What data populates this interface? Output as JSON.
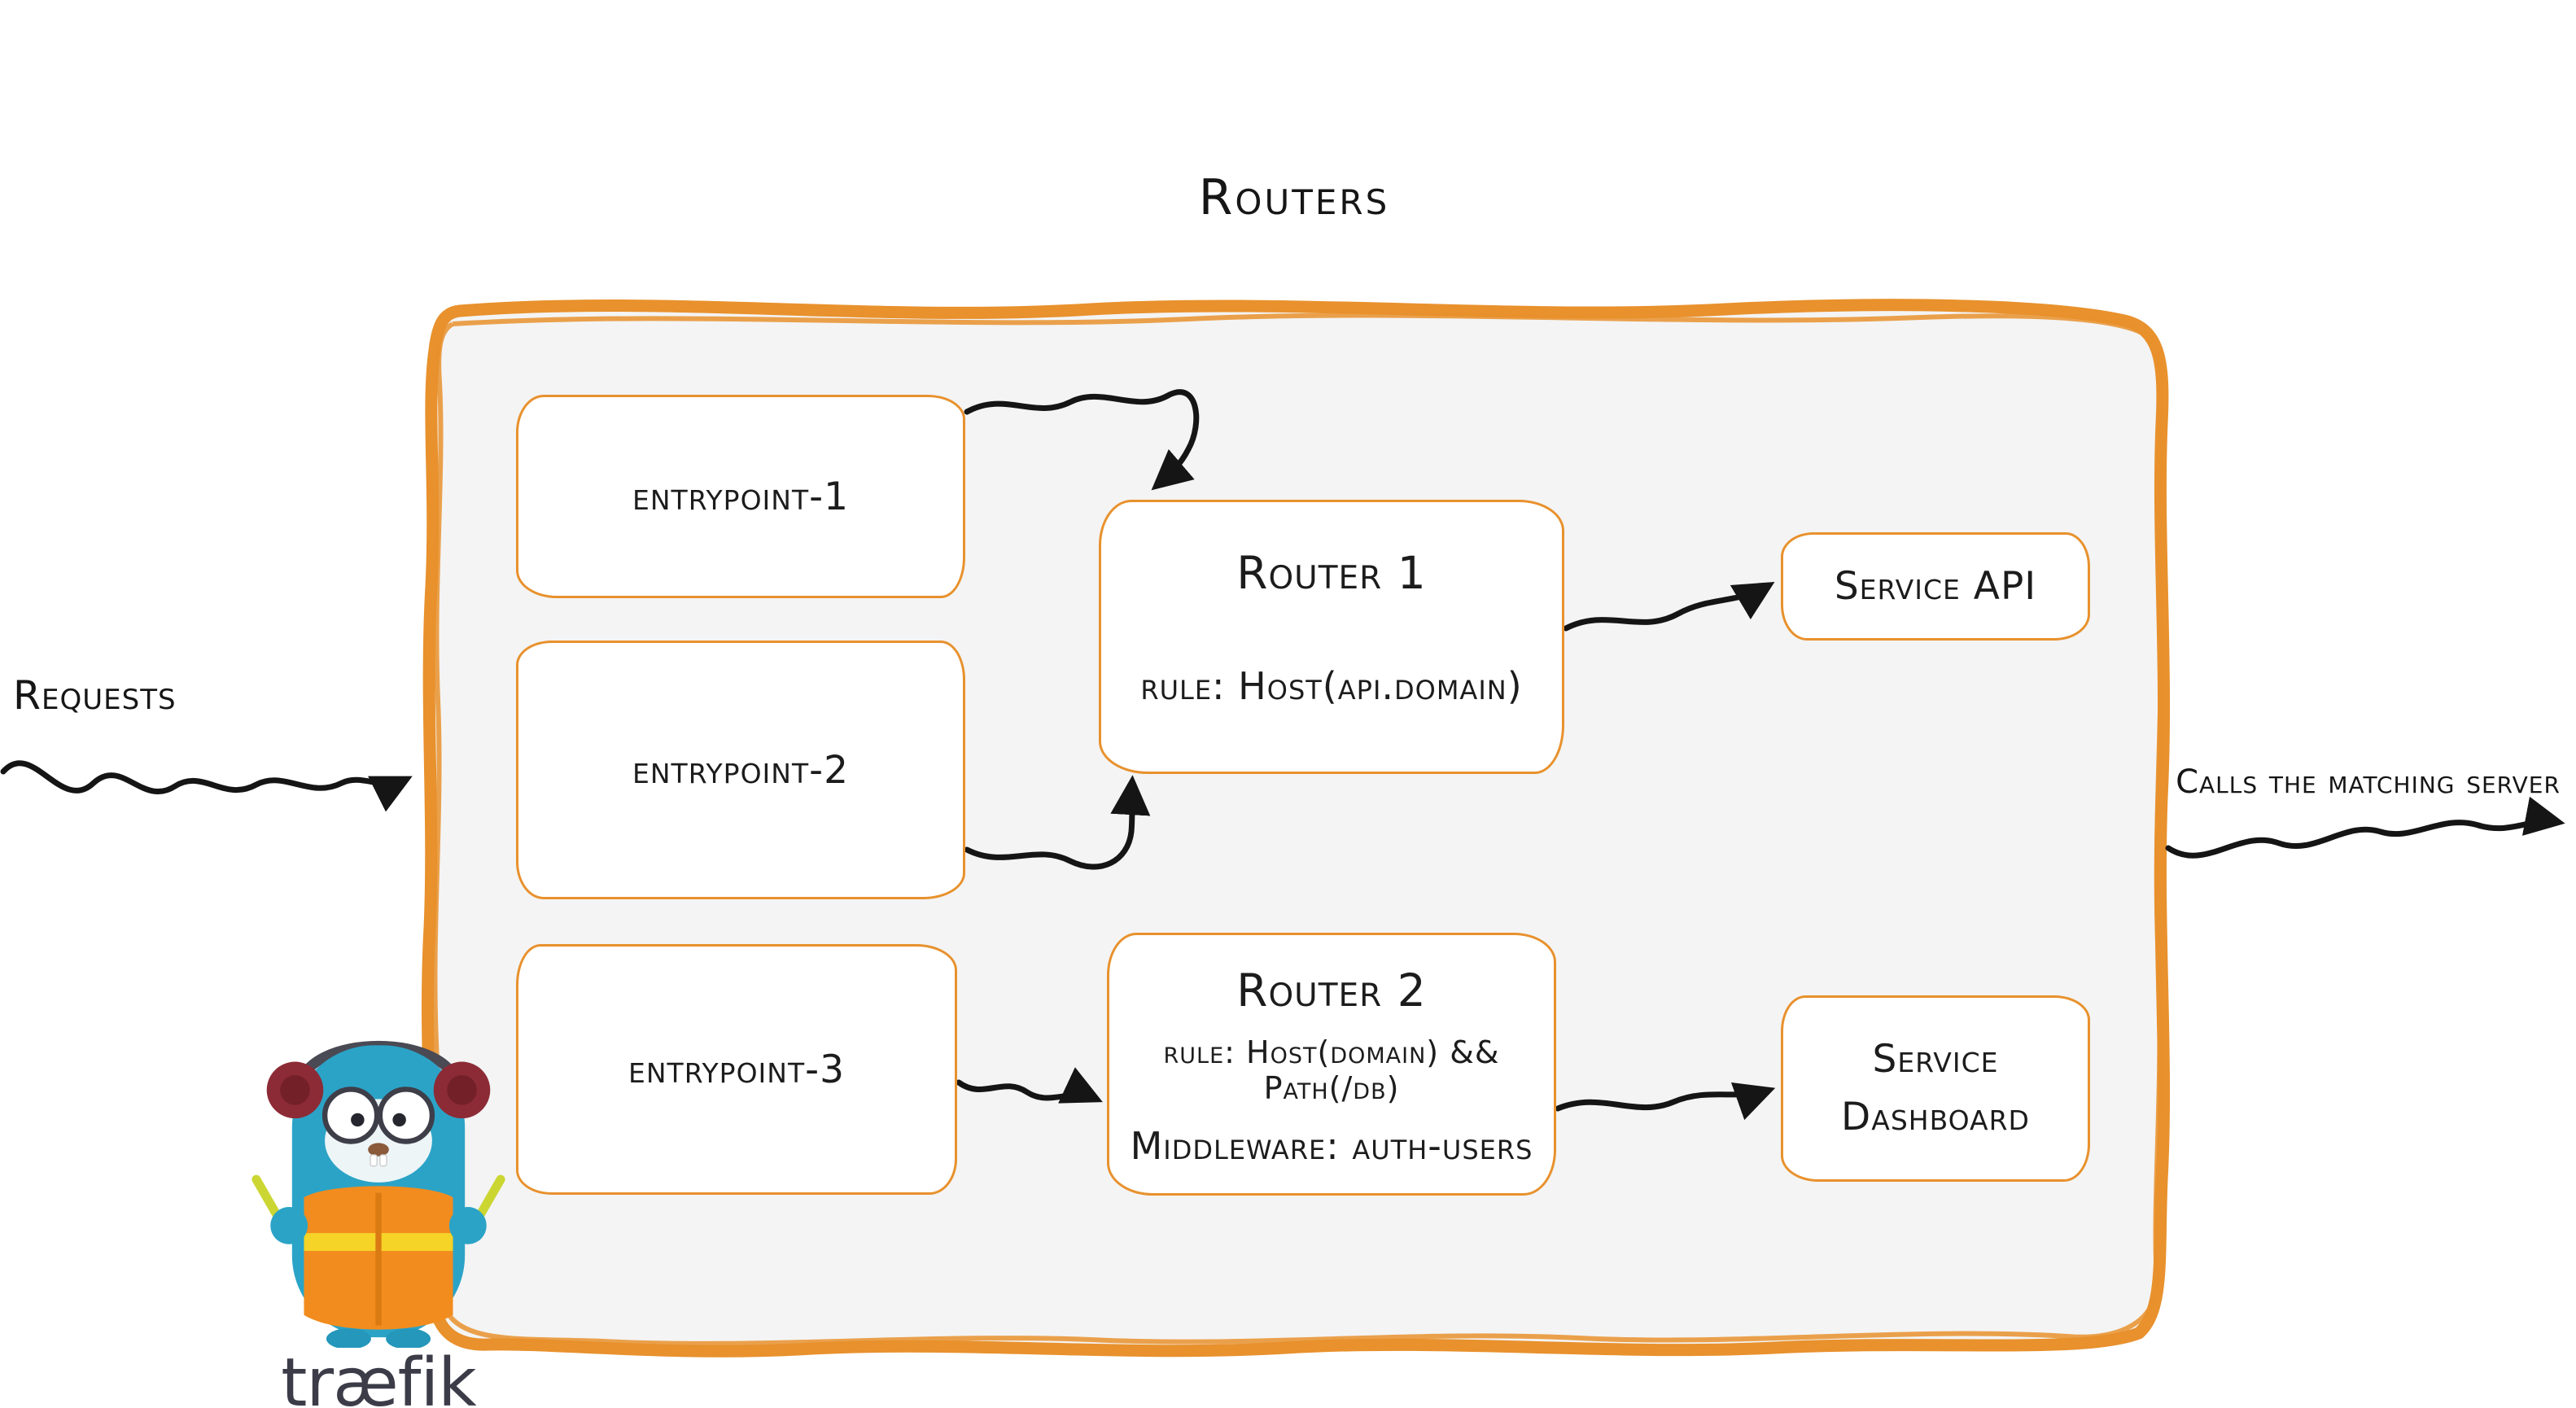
{
  "title": "Routers",
  "outside": {
    "requests_label": "Requests",
    "calls_label": "Calls the matching server"
  },
  "container": {
    "entrypoints": [
      {
        "label": "entrypoint-1"
      },
      {
        "label": "entrypoint-2"
      },
      {
        "label": "entrypoint-3"
      }
    ],
    "routers": [
      {
        "name": "Router 1",
        "rule": "rule: Host(api.domain)"
      },
      {
        "name": "Router 2",
        "rule": "rule: Host(domain) && Path(/db)",
        "middleware": "Middleware: auth-users"
      }
    ],
    "services": [
      {
        "label": "Service API"
      },
      {
        "label": "Service Dashboard"
      }
    ]
  },
  "logo": {
    "text": "træfik"
  },
  "colors": {
    "accent_orange": "#E8912D",
    "panel_fill": "#F4F4F4",
    "arrow_black": "#151515",
    "gopher_blue": "#2BA3C7",
    "vest_orange": "#F28C1E",
    "stripe_yellow": "#F5D327",
    "earmuff_red": "#8C2B36"
  }
}
